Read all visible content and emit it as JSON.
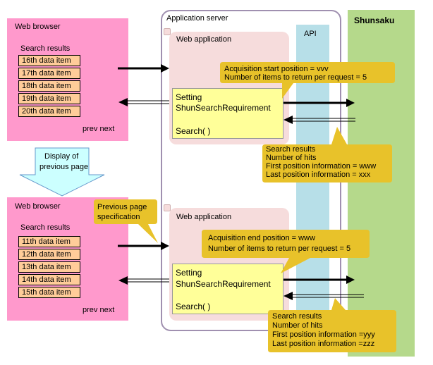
{
  "browser_top": {
    "title": "Web browser",
    "results_label": "Search results",
    "items": [
      "16th data item",
      "17th data item",
      "18th data item",
      "19th data item",
      "20th data item"
    ],
    "nav": "prev next"
  },
  "browser_bottom": {
    "title": "Web browser",
    "results_label": "Search results",
    "items": [
      "11th data item",
      "12th data item",
      "13th data item",
      "14th data item",
      "15th data item"
    ],
    "nav": "prev next"
  },
  "display_prev_arrow": {
    "line1": "Display of",
    "line2": "previous page"
  },
  "prev_page_callout": {
    "line1": "Previous page",
    "line2": "specification"
  },
  "app_server": {
    "title": "Application server",
    "api_label": "API"
  },
  "shunsaku": {
    "title": "Shunsaku"
  },
  "webapp_top": {
    "title": "Web application",
    "setting_line1": "Setting",
    "setting_line2": "ShunSearchRequirement",
    "search_call": "Search( )"
  },
  "webapp_bottom": {
    "title": "Web application",
    "setting_line1": "Setting",
    "setting_line2": "ShunSearchRequirement",
    "search_call": "Search( )"
  },
  "callout_top_request": {
    "line1": "Acquisition start position = vvv",
    "line2": "Number of items to return per request = 5"
  },
  "callout_top_response": {
    "line1": "Search results",
    "line2": "Number of hits",
    "line3": "First position information = www",
    "line4": "Last position information = xxx"
  },
  "callout_bottom_request": {
    "line1": "Acquisition end position = www",
    "line2": "Number of items to return per request = 5"
  },
  "callout_bottom_response": {
    "line1": "Search results",
    "line2": "Number of hits",
    "line3": "First position information =yyy",
    "line4": "Last position information =zzz"
  },
  "colors": {
    "browser": "#ff99cc",
    "item": "#ffcc99",
    "api": "#b7dfe8",
    "shunsaku": "#b5d98b",
    "callout": "#e8c22a",
    "setting_box": "#ffff99",
    "down_arrow": "#ccffff"
  }
}
